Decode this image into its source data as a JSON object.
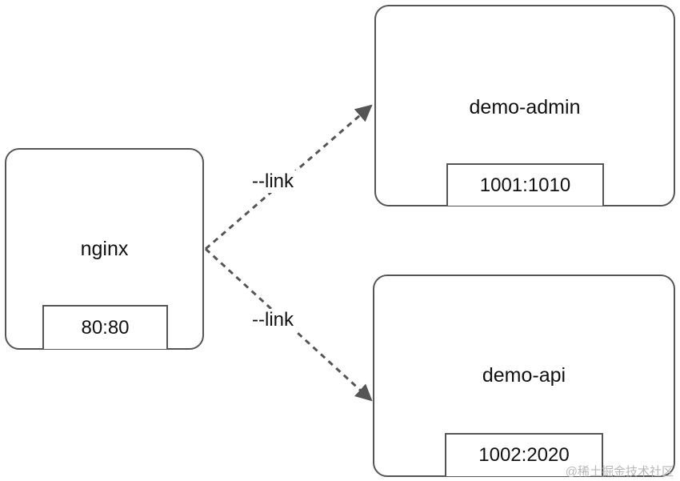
{
  "nodes": {
    "nginx": {
      "label": "nginx",
      "port": "80:80"
    },
    "admin": {
      "label": "demo-admin",
      "port": "1001:1010"
    },
    "api": {
      "label": "demo-api",
      "port": "1002:2020"
    }
  },
  "edges": [
    {
      "from": "nginx",
      "to": "demo-admin",
      "label": "--link",
      "style": "dashed"
    },
    {
      "from": "nginx",
      "to": "demo-api",
      "label": "--link",
      "style": "dashed"
    }
  ],
  "colors": {
    "border": "#555555",
    "arrow": "#555555"
  },
  "watermark": "@稀土掘金技术社区"
}
